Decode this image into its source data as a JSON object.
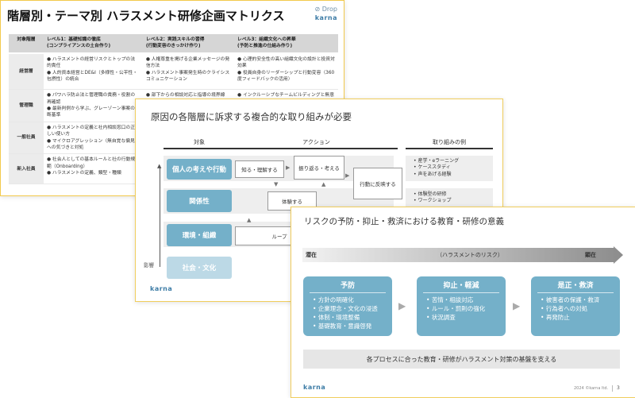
{
  "slide1": {
    "title": "階層別・テーマ別 ハラスメント研修企画マトリクス",
    "logo": "Drop",
    "brand": "karna",
    "headers": [
      "対象階層",
      "レベル1：基礎知識の徹底\n(コンプライアンスの土台作り)",
      "レベル2：実践スキルの習得\n(行動変容のきっかけ作り)",
      "レベル3：組織文化への昇華\n(予防と推進の仕組み作り)"
    ],
    "rows": [
      {
        "level": "経営層",
        "c1": "● ハラスメントの経営リスクとトップの法的責任\n● 人的資本経営とDE&I（多様性・公平性・包摂性）の統合",
        "c2": "● 人権尊重を掲げる企業メッセージの発信方法\n● ハラスメント事案発生時のクライシスコミュニケーション",
        "c3": "● 心理的安全性の高い組織文化の設計と投資対効果\n● 役員自身のリーダーシップと行動変容（360度フィードバックの活用）"
      },
      {
        "level": "管理職",
        "c1": "● パワハラ防止法と管理職の責務・役割の再確認\n● 最新判例から学ぶ、グレーゾーン事案の判断基準",
        "c2": "● 部下からの相談対応と指導の境界線（実践ロールプレイング）\n● ",
        "c3": "● インクルーシブなチームビルディングと無意識の偏見への対処\n● "
      },
      {
        "level": "一般社員",
        "c1": "● ハラスメントの定義と社内相談窓口の正しい使い方\n● マイクロアグレッション（無自覚な偏見）への気づきと対処",
        "c2": "",
        "c3": ""
      },
      {
        "level": "新入社員",
        "c1": "● 社会人としての基本ルールと社の行動規範（Onboarding）\n● ハラスメントの定義、類型・種類",
        "c2": "",
        "c3": ""
      }
    ]
  },
  "slide2": {
    "title": "原因の各階層に訴求する複合的な取り組みが必要",
    "brand": "karna",
    "col_headers": {
      "target": "対象",
      "action": "アクション",
      "examples": "取り組みの例"
    },
    "levels": [
      "個人の考えや行動",
      "関係性",
      "環境・組織",
      "社会・文化"
    ],
    "influence": "影響",
    "actions": {
      "know": "知る・理解する",
      "reflect": "振り返る・考える",
      "apply": "行動に反映する",
      "experience": "体験する",
      "loop": "ループ"
    },
    "examples": {
      "row1": [
        "産学・eラーニング",
        "ケーススタディ",
        "声をあげる経験"
      ],
      "row2": [
        "体験型の研修",
        "ワークショップ"
      ]
    }
  },
  "slide3": {
    "title": "リスクの予防・抑止・救済における教育・研修の意義",
    "arrow": {
      "left": "潜在",
      "center": "（ハラスメントのリスク）",
      "right": "顕在"
    },
    "pillars": [
      {
        "title": "予防",
        "items": [
          "方針の明確化",
          "企業理念・文化の浸透",
          "体制・環境整備",
          "基礎教育・意識啓発"
        ]
      },
      {
        "title": "抑止・軽減",
        "items": [
          "苦情・相談対応",
          "ルール・罰則の強化",
          "状況調査"
        ]
      },
      {
        "title": "是正・救済",
        "items": [
          "被害者の保護・救済",
          "行為者への対処",
          "再発防止"
        ]
      }
    ],
    "footer": "各プロセスに合った教育・研修がハラスメント対策の基盤を支える",
    "brand": "karna",
    "copyright": "2024 ©karna ltd.",
    "page": "3"
  }
}
